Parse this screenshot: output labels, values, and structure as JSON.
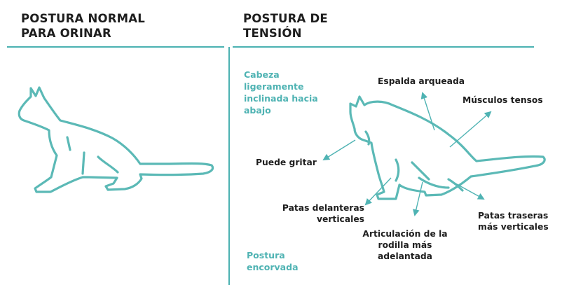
{
  "headings": {
    "normal": [
      "POSTURA NORMAL",
      "PARA ORINAR"
    ],
    "tension": [
      "POSTURA DE",
      "TENSIÓN"
    ]
  },
  "labels": {
    "head_tilt": [
      "Cabeza",
      "ligeramente",
      "inclinada hacia",
      "abajo"
    ],
    "arched_back": "Espalda arqueada",
    "tense_muscles": "Músculos tensos",
    "may_cry": "Puede gritar",
    "front_legs": [
      "Patas delanteras",
      "verticales"
    ],
    "knee_joint": [
      "Articulación de la",
      "rodilla más",
      "adelantada"
    ],
    "hind_legs": [
      "Patas traseras",
      "más verticales"
    ],
    "hunched": [
      "Postura",
      "encorvada"
    ]
  },
  "colors": {
    "accent": "#4fb3b3",
    "text": "#1e1e1e",
    "background": "#ffffff"
  }
}
